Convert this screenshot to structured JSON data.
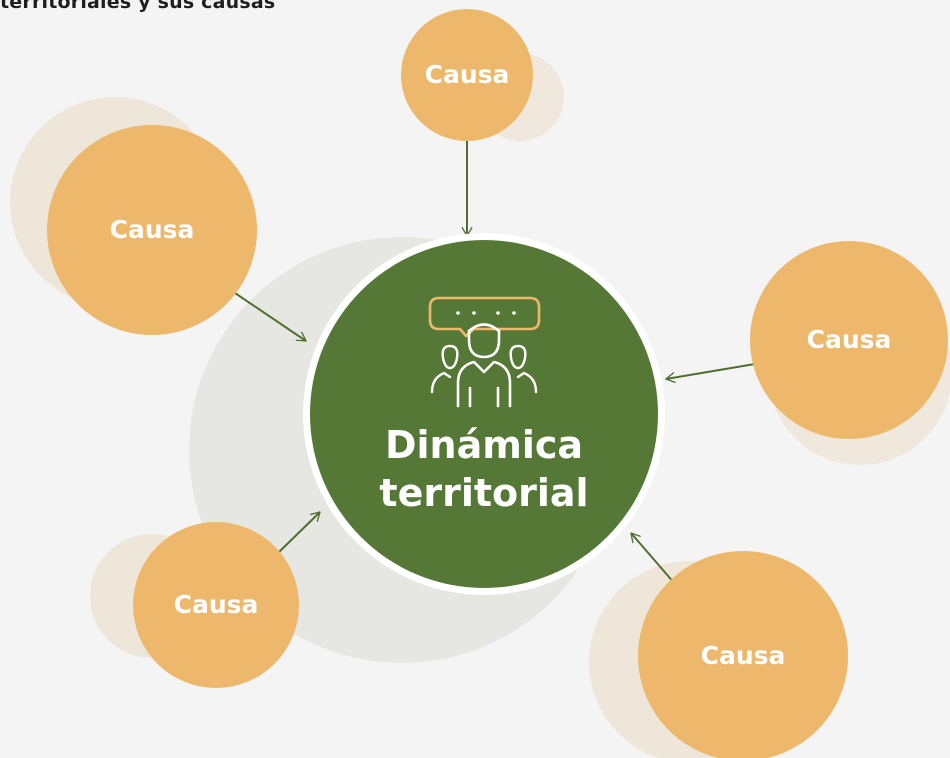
{
  "title": "territoriales y sus causas",
  "center": {
    "line1": "Dinámica",
    "line2": "territorial",
    "icon": "community-people-icon"
  },
  "causes": [
    "Causa",
    "Causa",
    "Causa",
    "Causa",
    "Causa"
  ],
  "colors": {
    "background": "#f4f4f4",
    "center_fill": "#567837",
    "cause_fill": "#edb86b",
    "cause_shadow": "#f0e8dd",
    "halo": "#e6e7e2",
    "arrow": "#4f6e2f",
    "icon_accent": "#edb86b"
  }
}
